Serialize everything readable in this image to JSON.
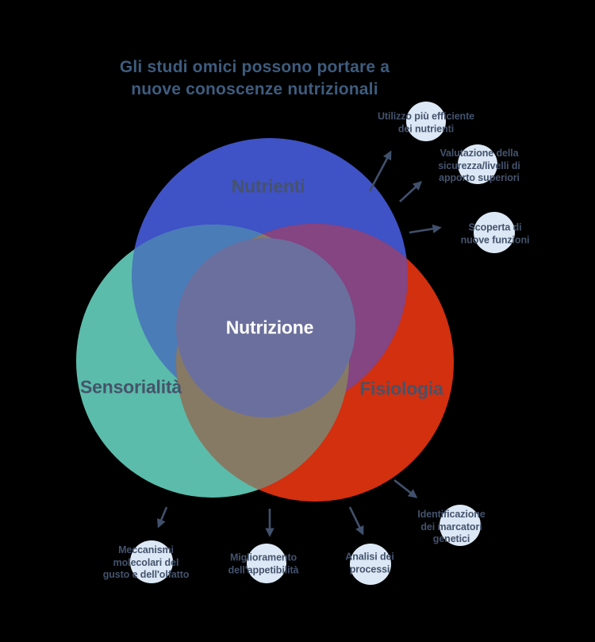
{
  "background": "#000000",
  "title": {
    "line1": "Gli studi omici possono portare a",
    "line2": "nuove conoscenze nutrizionali",
    "color": "#3E5C7E"
  },
  "venn": {
    "sets": [
      {
        "label": "Nutrienti",
        "color": "#3F52C6"
      },
      {
        "label": "Sensorialità",
        "color": "#5BBCAB"
      },
      {
        "label": "Fisiologia",
        "color": "#D2300F"
      }
    ],
    "center_label": "Nutrizione",
    "center_label_color": "#FFFFFF",
    "set_label_color": "#46536A",
    "overlap_colors": {
      "nutrienti_sensorialita": "#4A7CB8",
      "nutrienti_fisiologia": "#854482",
      "sensorialita_fisiologia": "#877A64",
      "center_circle": "#6B6F9D"
    }
  },
  "outcomes": [
    {
      "line1": "Utilizzo più efficiente",
      "line2": "dei nutrienti"
    },
    {
      "line1": "Valutazione della",
      "line2": "sicurezza/livelli di",
      "line3": "apporto superiori"
    },
    {
      "line1": "Scoperta di",
      "line2": "nuove funzioni"
    },
    {
      "line1": "Identificazione",
      "line2": "dei marcatori",
      "line3": "genetici"
    },
    {
      "line1": "Analisi dei",
      "line2": "processi"
    },
    {
      "line1": "Miglioramento",
      "line2": "dell'appetibilità"
    },
    {
      "line1": "Meccanismi",
      "line2": "molecolari del",
      "line3": "gusto e dell'olfatto"
    }
  ],
  "node_style": {
    "circle_color": "#DCE8F5",
    "text_color": "#44536D"
  },
  "arrow_color": "#41506B"
}
